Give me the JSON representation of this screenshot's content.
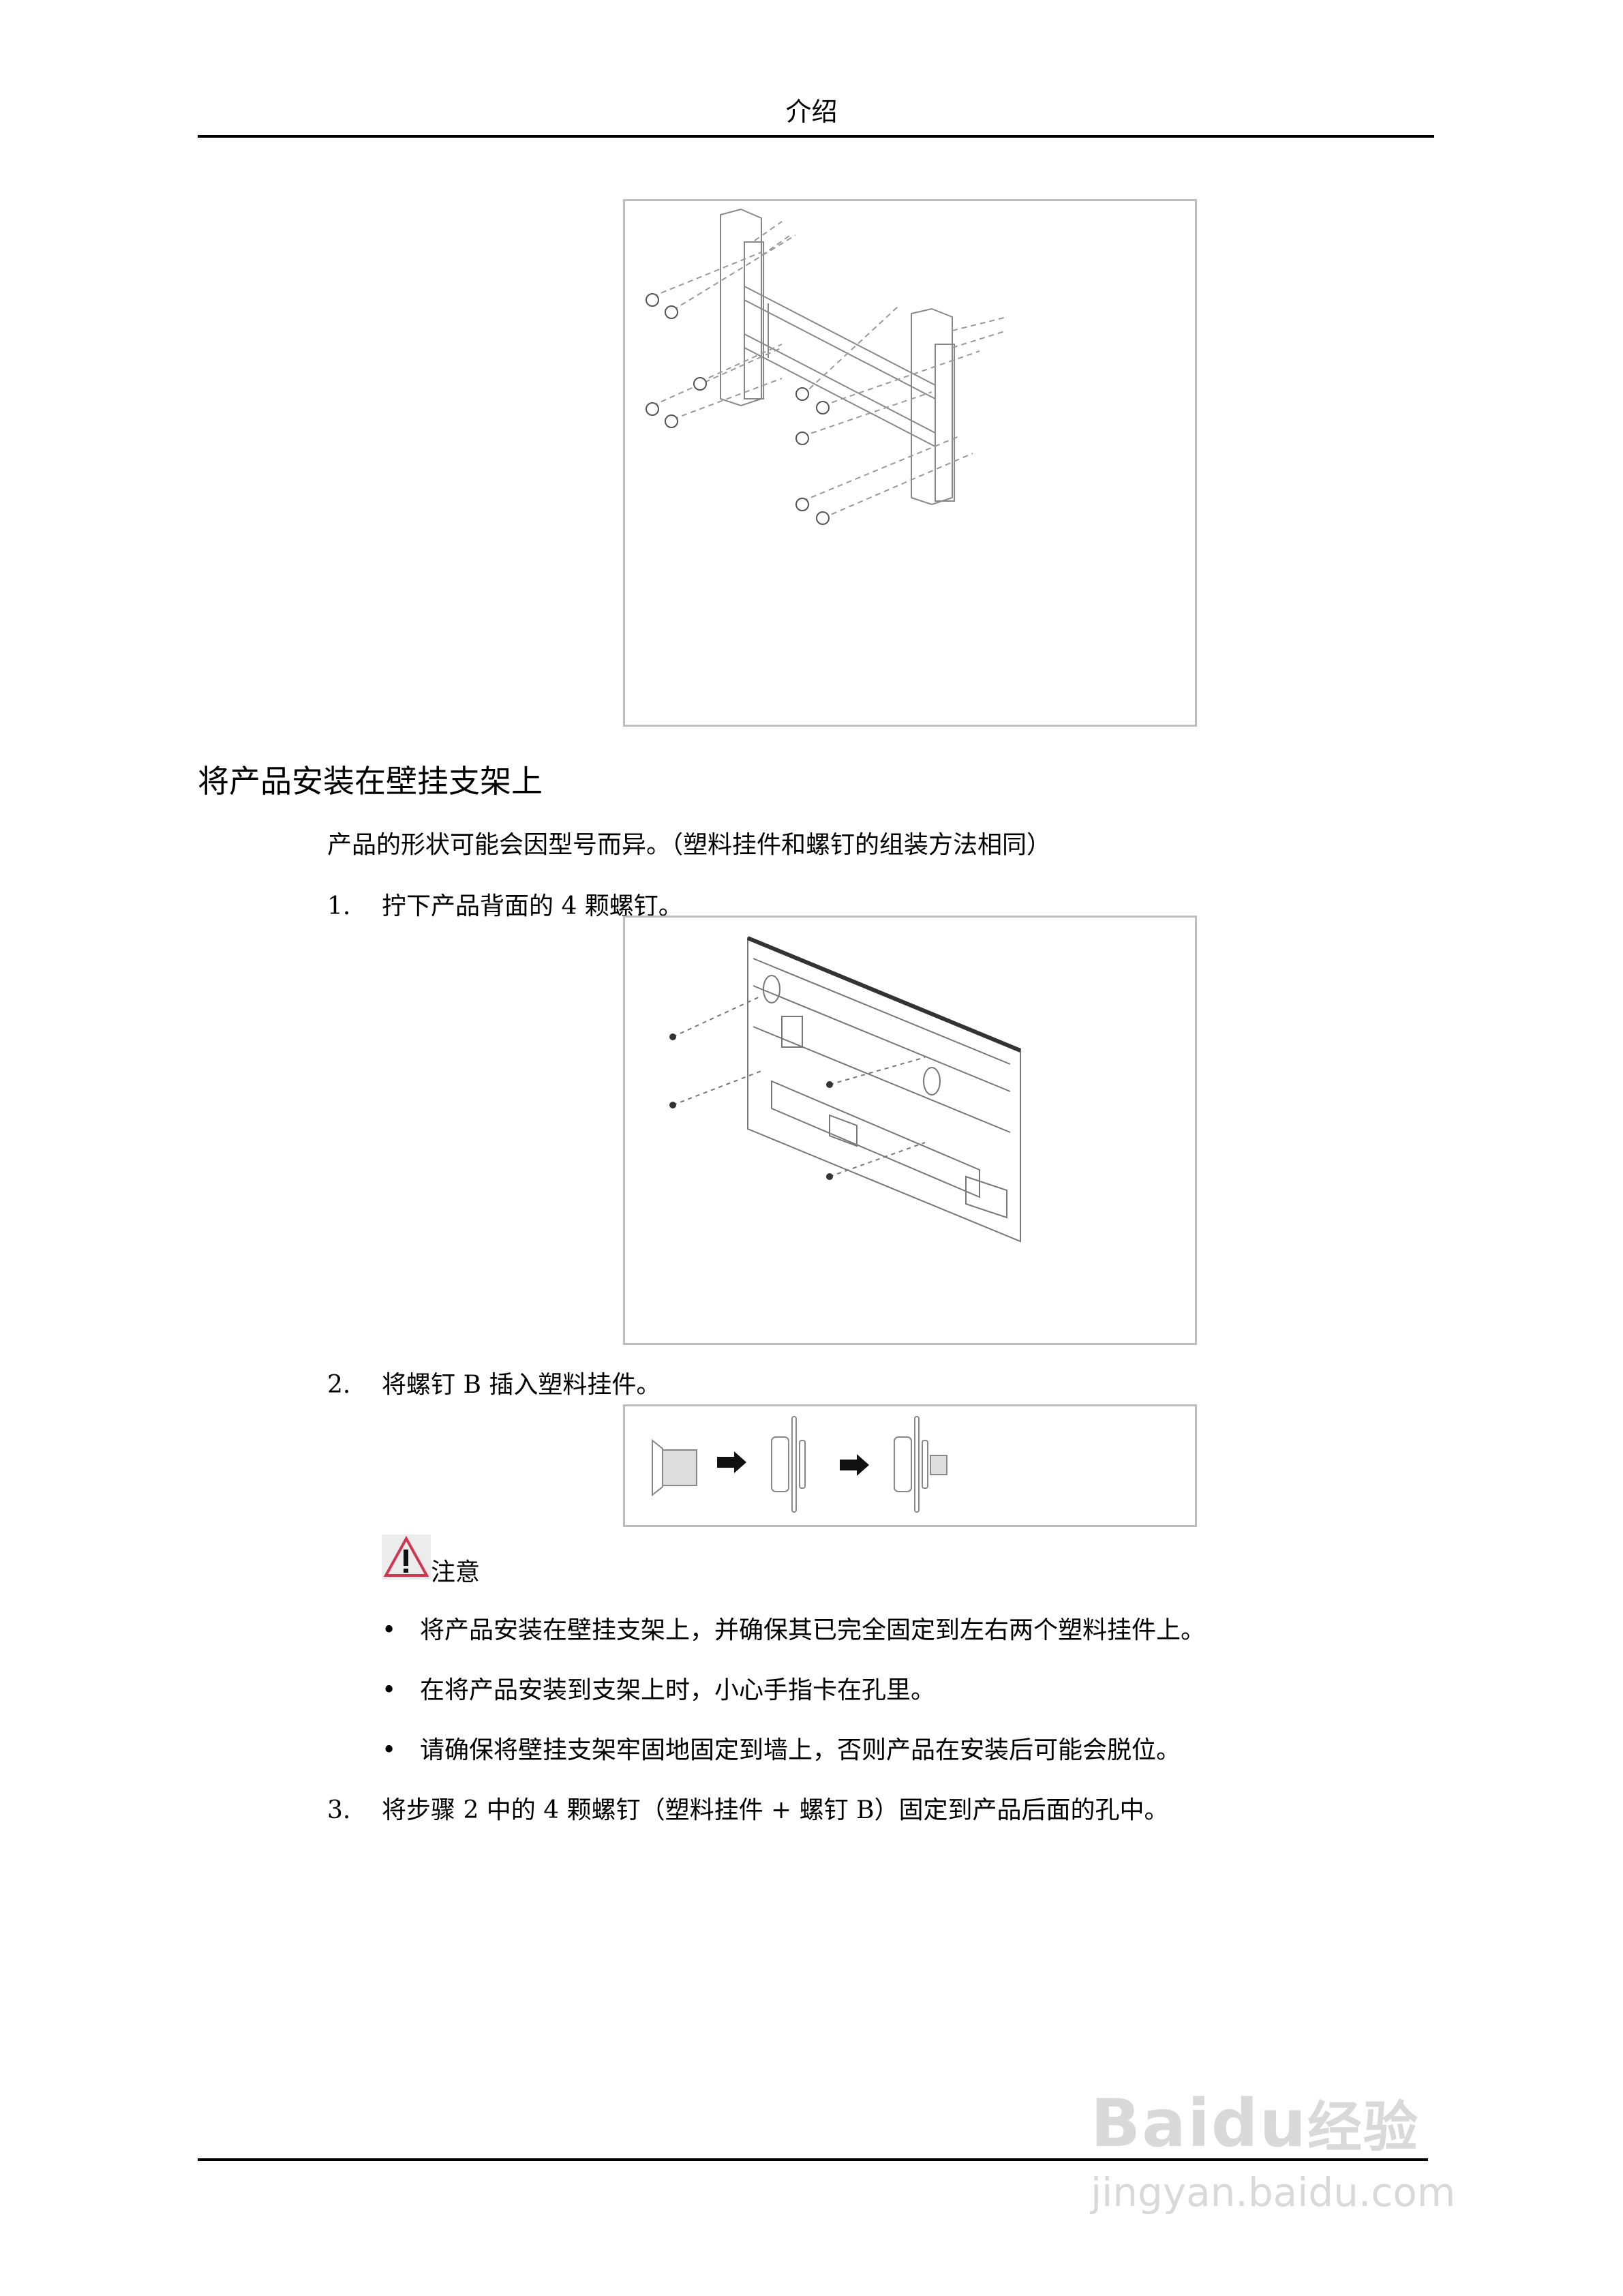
{
  "header": {
    "title": "介绍"
  },
  "figures": {
    "wall_bracket": {
      "description": "wall-mount-bracket-exploded-diagram"
    },
    "product_back": {
      "description": "product-back-with-4-screws-diagram"
    },
    "screw_insert": {
      "description": "screw-b-into-plastic-hanger-diagram"
    }
  },
  "section": {
    "heading": "将产品安装在壁挂支架上",
    "intro": "产品的形状可能会因型号而异。（塑料挂件和螺钉的组装方法相同）",
    "steps": [
      {
        "number": "1.",
        "text": "拧下产品背面的 4 颗螺钉。"
      },
      {
        "number": "2.",
        "text": "将螺钉 B 插入塑料挂件。"
      },
      {
        "number": "3.",
        "text": "将步骤 2 中的 4 颗螺钉（塑料挂件 + 螺钉 B）固定到产品后面的孔中。"
      }
    ],
    "note": {
      "icon": "warning-triangle-icon",
      "label": "注意",
      "bullet_symbol": "•",
      "items": [
        "将产品安装在壁挂支架上，并确保其已完全固定到左右两个塑料挂件上。",
        "在将产品安装到支架上时，小心手指卡在孔里。",
        "请确保将壁挂支架牢固地固定到墙上，否则产品在安装后可能会脱位。"
      ]
    }
  },
  "watermark": {
    "brand": "Bai",
    "brand_du": "du",
    "brand_cn": "经验",
    "url": "jingyan.baidu.com"
  },
  "colors": {
    "warning_red": "#d0364f",
    "figure_border": "#bdbdbd",
    "rule": "#000000"
  }
}
